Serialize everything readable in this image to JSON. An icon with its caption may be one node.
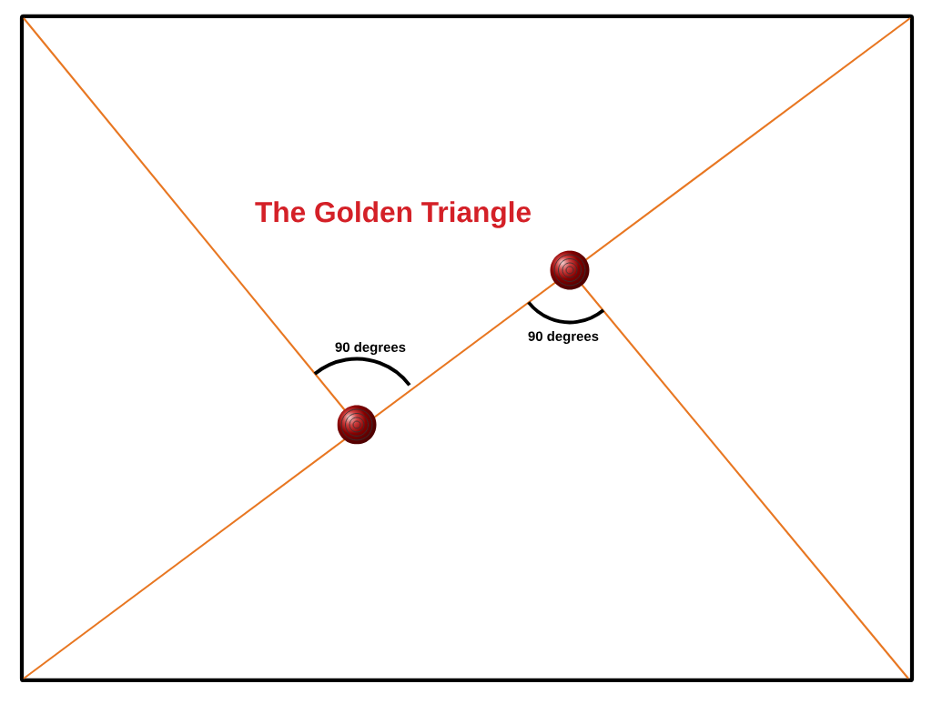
{
  "diagram": {
    "title": "The Golden Triangle",
    "labels": [
      "90 degrees",
      "90 degrees"
    ]
  }
}
